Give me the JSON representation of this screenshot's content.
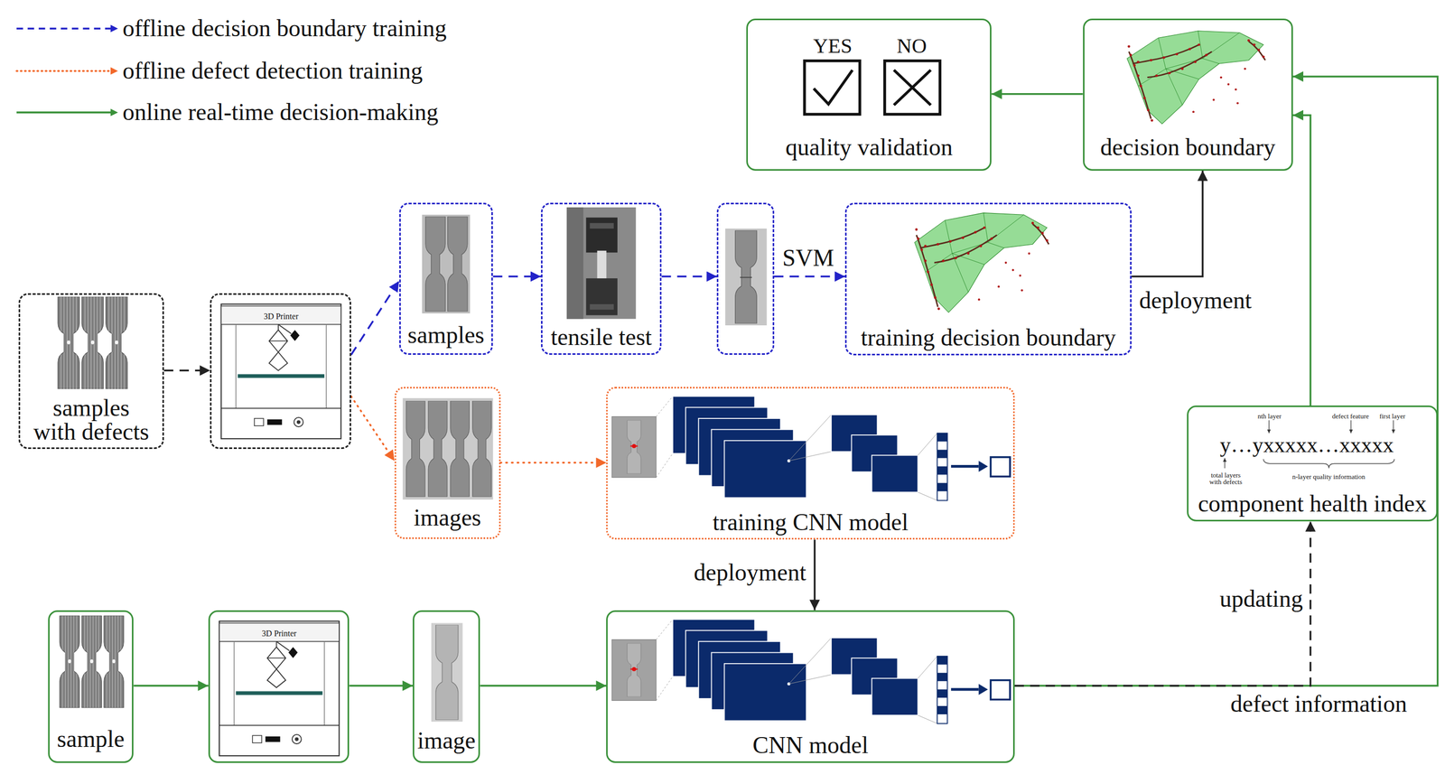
{
  "diagram": {
    "nodes": [
      {
        "text": [
          "YES",
          "NO",
          "quality validation"
        ]
      },
      {
        "text": [
          "decision boundary"
        ]
      },
      {
        "text": [
          "samples with defects"
        ]
      },
      {
        "text": [
          "3D Printer"
        ]
      },
      {
        "text": [
          "samples"
        ]
      },
      {
        "text": [
          "tensile test"
        ]
      },
      {
        "text": []
      },
      {
        "text": [
          "training decision boundary"
        ]
      },
      {
        "text": [
          "images"
        ]
      },
      {
        "text": [
          "training CNN model"
        ]
      },
      {
        "text": [
          "nth layer",
          "defect feature",
          "first layer",
          "y…yxxxxx…xxxxx",
          "total layers with defects",
          "n-layer quality information",
          "component health index"
        ]
      },
      {
        "text": [
          "sample"
        ]
      },
      {
        "text": [
          "3D Printer"
        ]
      },
      {
        "text": [
          "image"
        ]
      },
      {
        "text": [
          "CNN model"
        ]
      }
    ],
    "edges": [
      {
        "from": 1,
        "to": 0,
        "arrow": "to"
      },
      {
        "from": 2,
        "to": 3,
        "arrow": "to"
      },
      {
        "from": 3,
        "to": 4,
        "arrow": "to"
      },
      {
        "from": 4,
        "to": 5,
        "arrow": "to"
      },
      {
        "from": 5,
        "to": 6,
        "arrow": "to"
      },
      {
        "from": 6,
        "to": 7,
        "arrow": "to",
        "label": "SVM"
      },
      {
        "from": 7,
        "to": 1,
        "arrow": "to",
        "label": "deployment"
      },
      {
        "from": 3,
        "to": 8,
        "arrow": "to"
      },
      {
        "from": 8,
        "to": 9,
        "arrow": "to"
      },
      {
        "from": 9,
        "to": 14,
        "arrow": "to",
        "label": "deployment"
      },
      {
        "from": 11,
        "to": 12,
        "arrow": "to"
      },
      {
        "from": 12,
        "to": 13,
        "arrow": "to"
      },
      {
        "from": 13,
        "to": 14,
        "arrow": "to"
      },
      {
        "from": 14,
        "to": 1,
        "arrow": "to",
        "label": "defect information"
      },
      {
        "from": 14,
        "to": 10,
        "arrow": "to",
        "label": "updating"
      },
      {
        "from": 10,
        "to": 1,
        "arrow": "to"
      }
    ],
    "legend": [
      {
        "text": "offline decision boundary training"
      },
      {
        "text": "offline defect detection training"
      },
      {
        "text": "online real-time decision-making"
      }
    ]
  }
}
